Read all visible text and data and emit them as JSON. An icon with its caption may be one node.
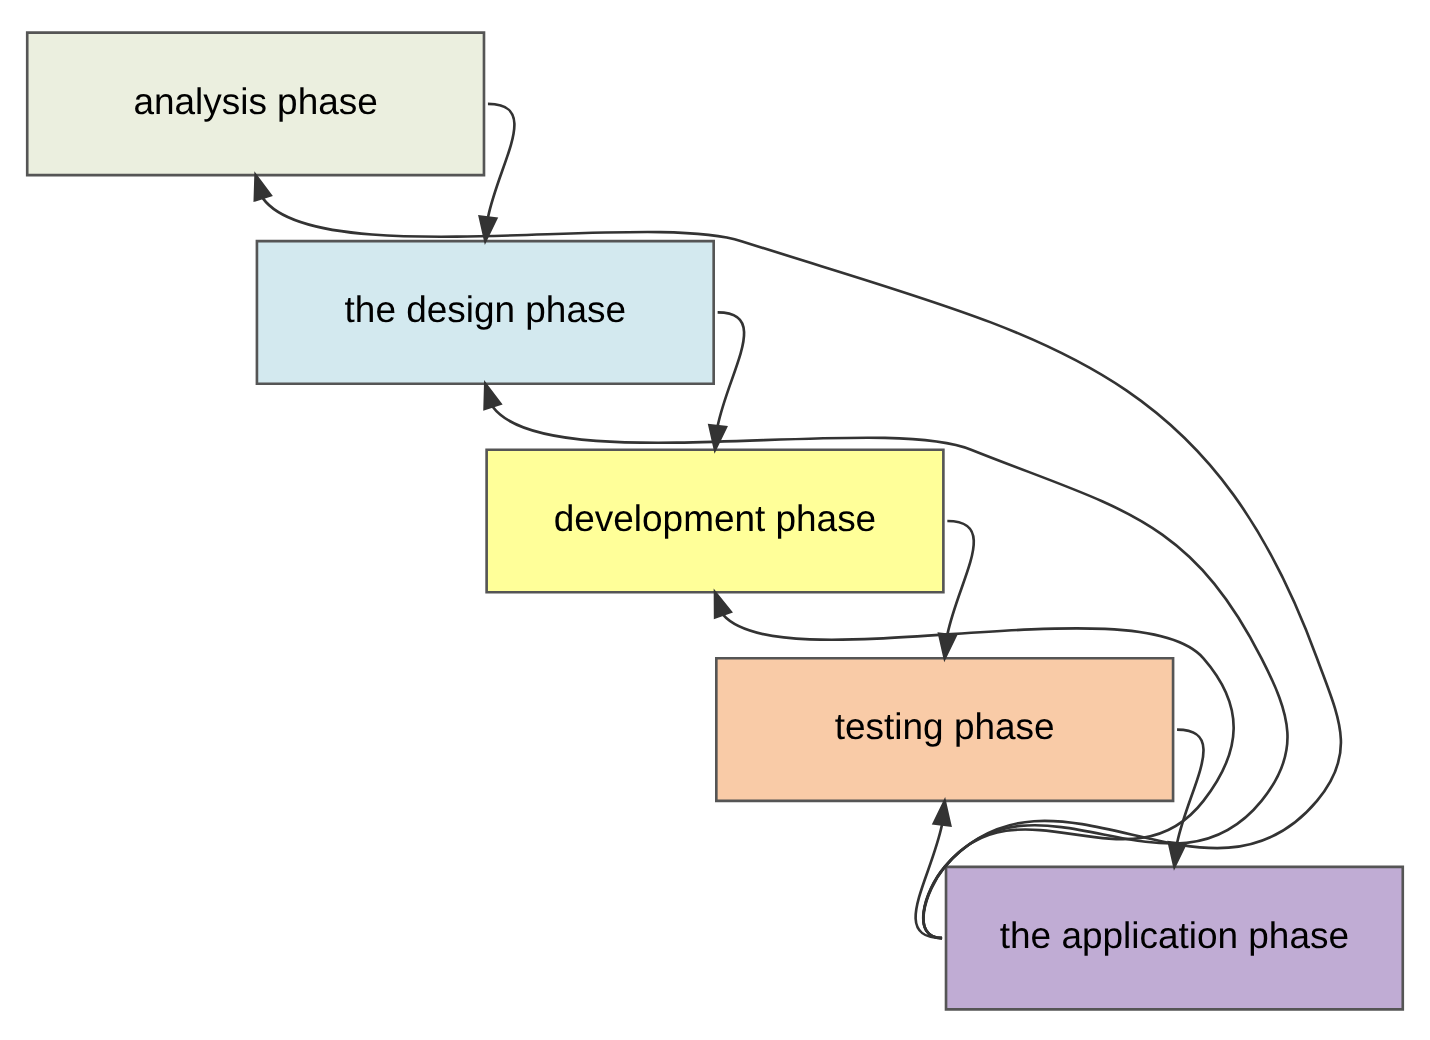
{
  "diagram": {
    "nodes": [
      {
        "text": [
          "analysis phase"
        ]
      },
      {
        "text": [
          "the design phase"
        ]
      },
      {
        "text": [
          "development phase"
        ]
      },
      {
        "text": [
          "testing phase"
        ]
      },
      {
        "text": [
          "the application phase"
        ]
      }
    ],
    "edges": [
      {
        "from": 0,
        "to": 1,
        "arrow": "to"
      },
      {
        "from": 1,
        "to": 2,
        "arrow": "to"
      },
      {
        "from": 2,
        "to": 3,
        "arrow": "to"
      },
      {
        "from": 3,
        "to": 4,
        "arrow": "to"
      },
      {
        "from": 4,
        "to": 3,
        "arrow": "to"
      },
      {
        "from": 4,
        "to": 2,
        "arrow": "to"
      },
      {
        "from": 4,
        "to": 1,
        "arrow": "to"
      },
      {
        "from": 4,
        "to": 0,
        "arrow": "to"
      }
    ]
  }
}
